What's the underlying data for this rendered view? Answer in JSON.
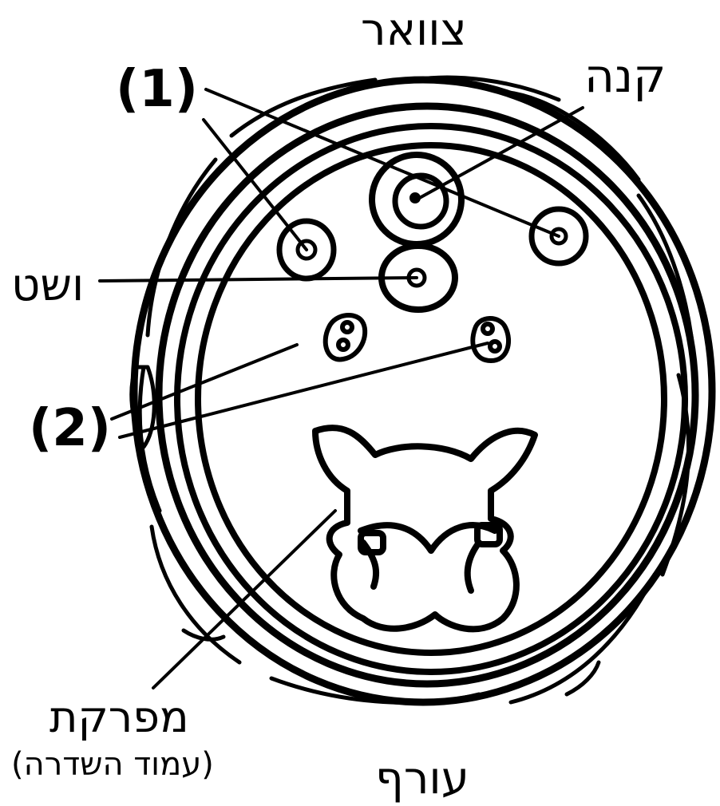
{
  "labels": {
    "top": "צוואר",
    "kane": "קנה",
    "num1": "(1)",
    "veshet": "ושט",
    "num2": "(2)",
    "mafreket": "מפרקת",
    "amud": "(עמוד השדרה)",
    "bottom": "עורף"
  },
  "colors": {
    "ink": "#000000",
    "background": "#ffffff"
  }
}
